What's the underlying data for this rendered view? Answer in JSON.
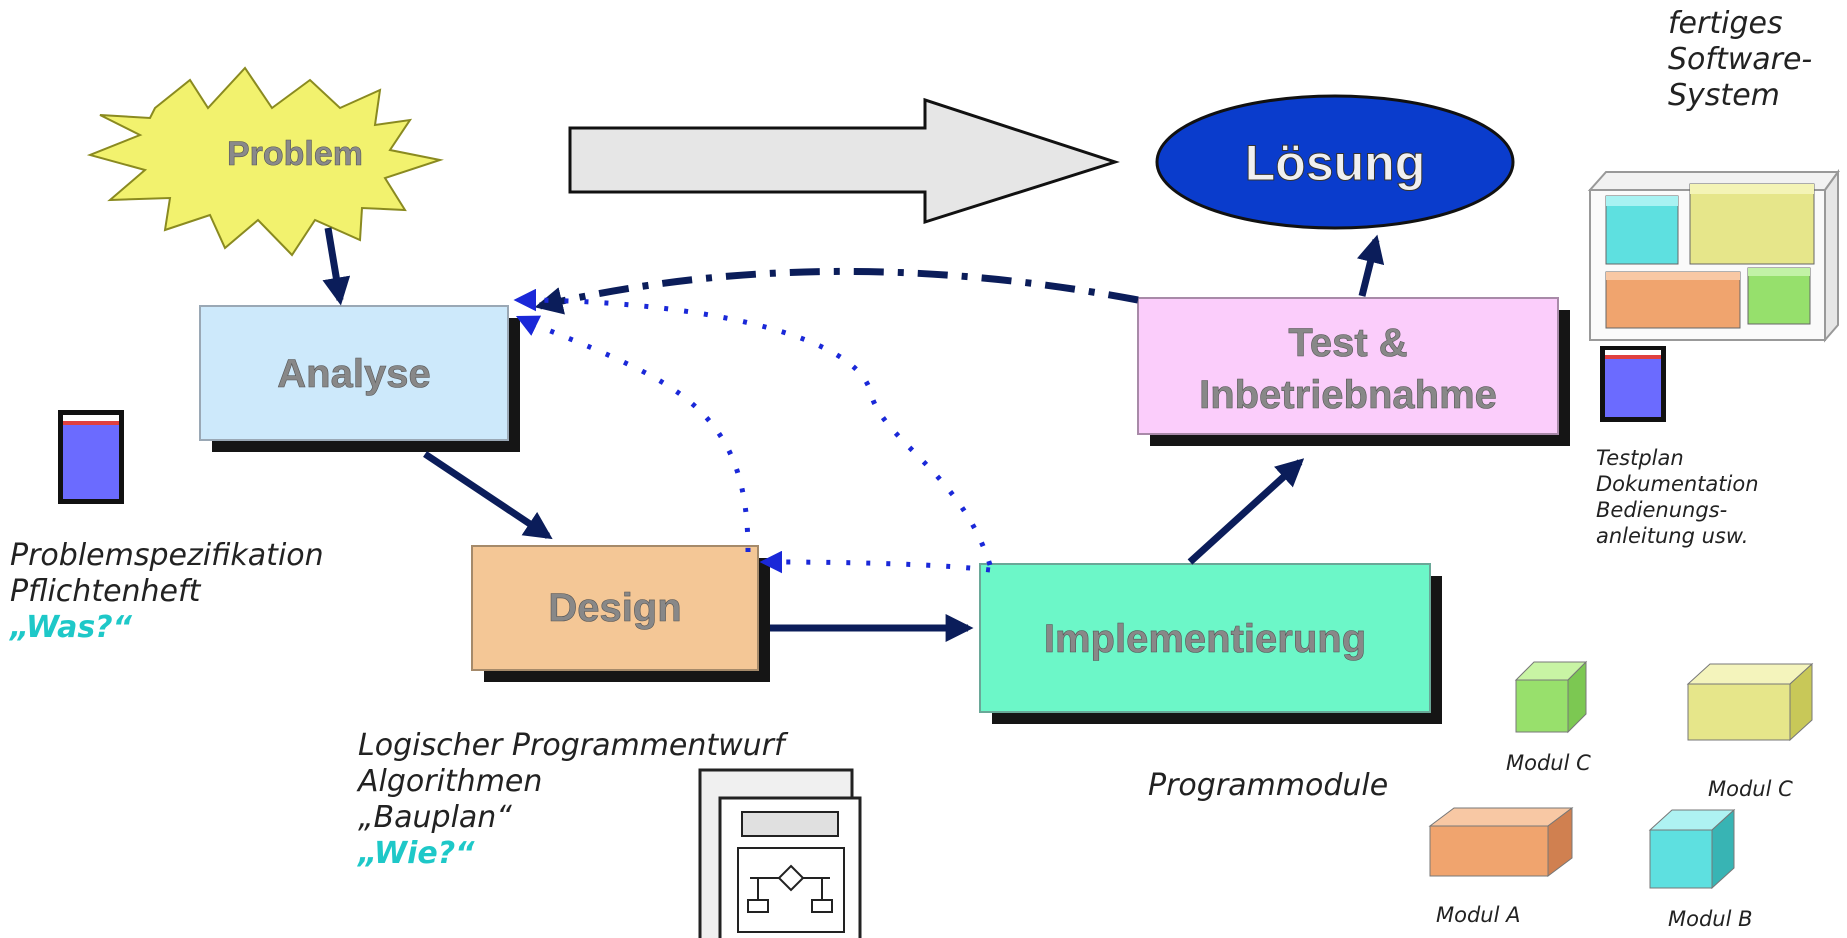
{
  "nodes": {
    "problem": "Problem",
    "loesung": "Lösung",
    "analyse": "Analyse",
    "design": "Design",
    "implementierung": "Implementierung",
    "test_line1": "Test &",
    "test_line2": "Inbetriebnahme"
  },
  "captions": {
    "analyse_doc": {
      "line1": "Problemspezifikation",
      "line2": "Pflichtenheft",
      "line3": "„Was?“"
    },
    "design_doc": {
      "line1": "Logischer Programmentwurf",
      "line2": "Algorithmen",
      "line3": "„Bauplan“",
      "line4": "„Wie?“"
    },
    "modules_label": "Programmodule",
    "test_doc": {
      "line1": "Testplan",
      "line2": "Dokumentation",
      "line3": "Bedienungs-",
      "line4": "anleitung usw."
    },
    "system": {
      "line1": "fertiges",
      "line2": "Software-",
      "line3": "System"
    }
  },
  "modules": {
    "modul_c_small": "Modul C",
    "modul_c_large": "Modul C",
    "modul_a": "Modul A",
    "modul_b": "Modul B"
  },
  "colors": {
    "analyse": "#cde9fb",
    "design": "#f4c796",
    "implementierung": "#6cf7c8",
    "test": "#fbcdfb",
    "loesung": "#0a3ccc",
    "problem": "#f0f06a",
    "arrow": "#0b1d5a",
    "feedback_dotted": "#1d2bd6"
  }
}
